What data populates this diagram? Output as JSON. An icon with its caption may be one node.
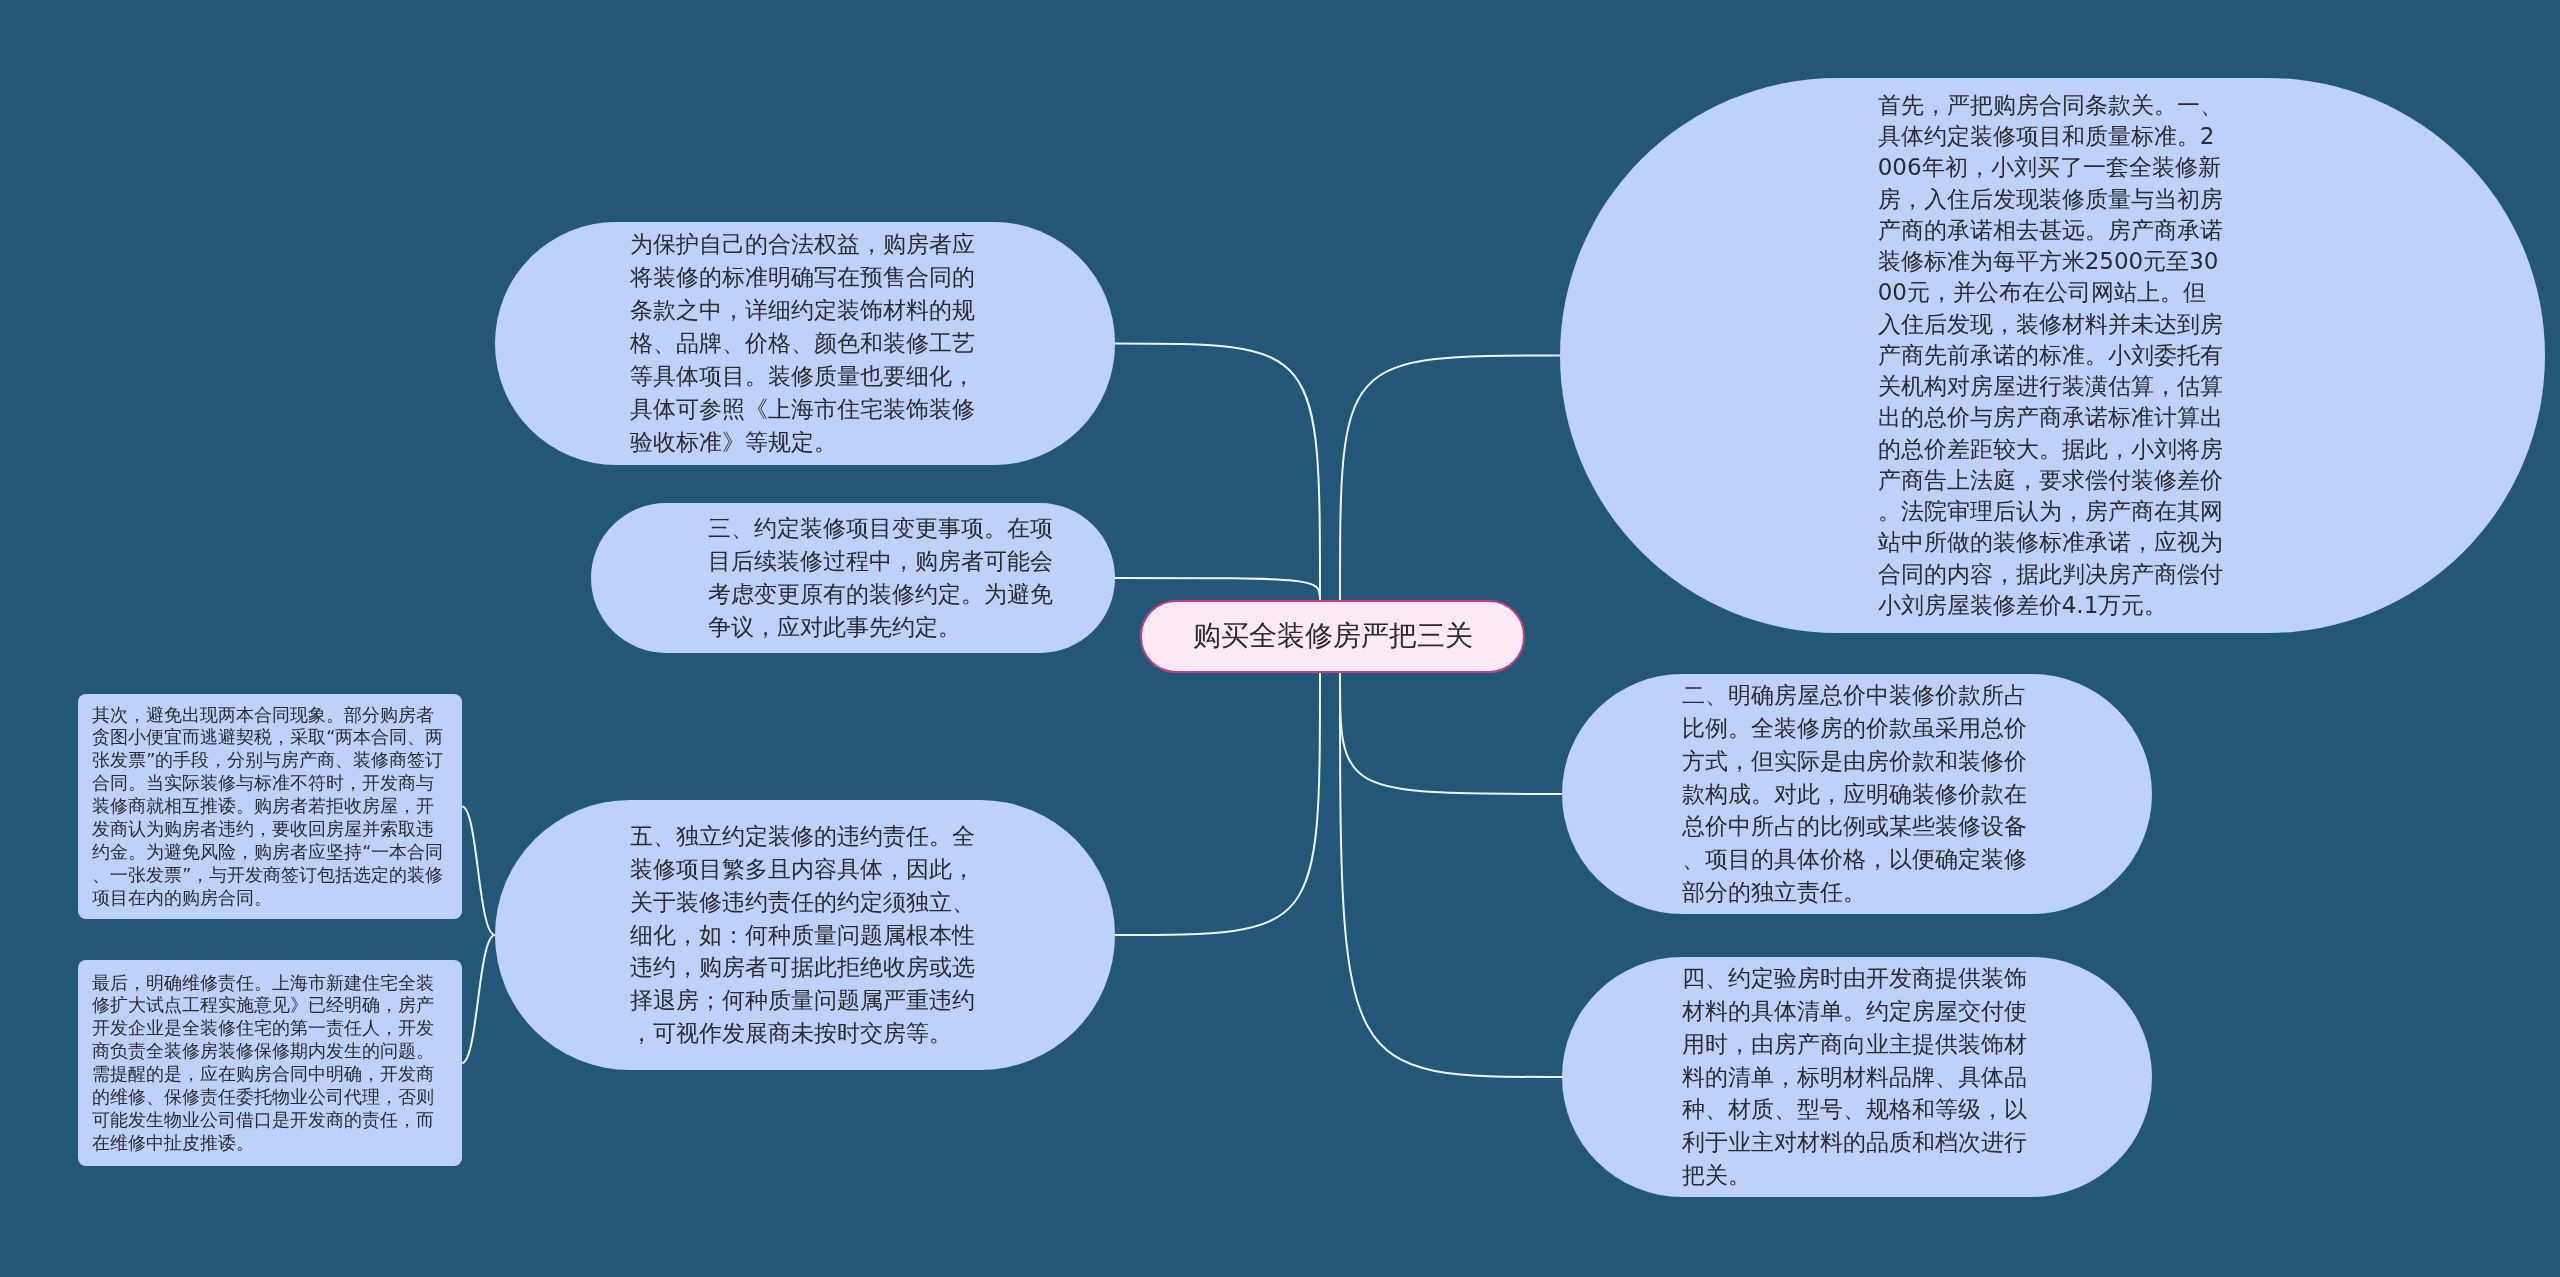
{
  "diagram": {
    "nodes": [
      {
        "text": [
          "购买全装修房严把三关"
        ]
      },
      {
        "text": [
          "首先，严把购房合同条款关。一、具体约定装修项目和质量标准。2006年初，小刘买了一套全装修新房，入住后发现装修质量与当初房产商的承诺相去甚远。房产商承诺装修标准为每平方米2500元至3000元，并公布在公司网站上。但入住后发现，装修材料并未达到房产商先前承诺的标准。小刘委托有关机构对房屋进行装潢估算，估算出的总价与房产商承诺标准计算出的总价差距较大。据此，小刘将房产商告上法庭，要求偿付装修差价。法院审理后认为，房产商在其网站中所做的装修标准承诺，应视为合同的内容，据此判决房产商偿付小刘房屋装修差价4.1万元。"
        ]
      },
      {
        "text": [
          "二、明确房屋总价中装修价款所占比例。全装修房的价款虽采用总价方式，但实际是由房价款和装修价款构成。对此，应明确装修价款在总价中所占的比例或某些装修设备、项目的具体价格，以便确定装修部分的独立责任。"
        ]
      },
      {
        "text": [
          "四、约定验房时由开发商提供装饰材料的具体清单。约定房屋交付使用时，由房产商向业主提供装饰材料的清单，标明材料品牌、具体品种、材质、型号、规格和等级，以利于业主对材料的品质和档次进行把关。"
        ]
      },
      {
        "text": [
          "为保护自己的合法权益，购房者应将装修的标准明确写在预售合同的条款之中，详细约定装饰材料的规格、品牌、价格、颜色和装修工艺等具体项目。装修质量也要细化，具体可参照《上海市住宅装饰装修验收标准》等规定。"
        ]
      },
      {
        "text": [
          "三、约定装修项目变更事项。在项目后续装修过程中，购房者可能会考虑变更原有的装修约定。为避免争议，应对此事先约定。"
        ]
      },
      {
        "text": [
          "五、独立约定装修的违约责任。全装修项目繁多且内容具体，因此，关于装修违约责任的约定须独立、细化，如：何种质量问题属根本性违约，购房者可据此拒绝收房或选择退房；何种质量问题属严重违约，可视作发展商未按时交房等。"
        ]
      },
      {
        "text": [
          "其次，避免出现两本合同现象。部分购房者贪图小便宜而逃避契税，采取“两本合同、两张发票”的手段，分别与房产商、装修商签订合同。当实际装修与标准不符时，开发商与装修商就相互推诿。购房者若拒收房屋，开发商认为购房者违约，要收回房屋并索取违约金。为避免风险，购房者应坚持“一本合同、一张发票”，与开发商签订包括选定的装修项目在内的购房合同。"
        ]
      },
      {
        "text": [
          "最后，明确维修责任。上海市新建住宅全装修扩大试点工程实施意见》已经明确，房产开发企业是全装修住宅的第一责任人，开发商负责全装修房装修保修期内发生的问题。需提醒的是，应在购房合同中明确，开发商的维修、保修责任委托物业公司代理，否则可能发生物业公司借口是开发商的责任，而在维修中扯皮推诿。"
        ]
      }
    ],
    "edges": [
      {
        "from": 0,
        "to": 1,
        "arrow": "none"
      },
      {
        "from": 0,
        "to": 2,
        "arrow": "none"
      },
      {
        "from": 0,
        "to": 3,
        "arrow": "none"
      },
      {
        "from": 0,
        "to": 4,
        "arrow": "none"
      },
      {
        "from": 0,
        "to": 5,
        "arrow": "none"
      },
      {
        "from": 0,
        "to": 6,
        "arrow": "none"
      },
      {
        "from": 6,
        "to": 7,
        "arrow": "none"
      },
      {
        "from": 6,
        "to": 8,
        "arrow": "none"
      }
    ]
  }
}
